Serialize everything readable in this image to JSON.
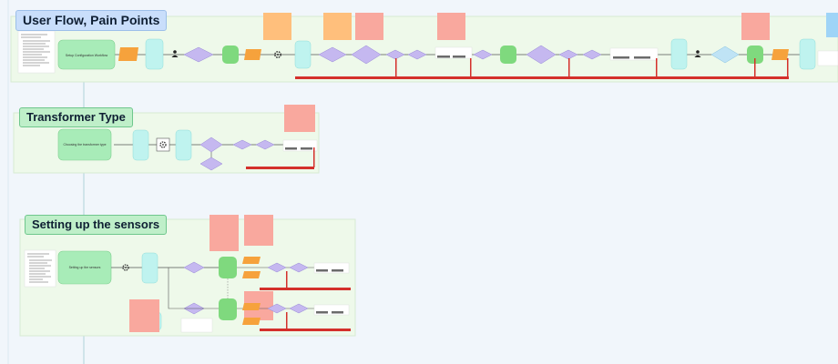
{
  "frames": {
    "main": {
      "title": "User Flow, Pain Points"
    },
    "transformer": {
      "title": "Transformer Type"
    },
    "sensors": {
      "title": "Setting up the sensors"
    }
  },
  "process_labels": {
    "main": "Setup Configuration Workflow",
    "transformer": "Choosing the transformer type",
    "sensors": "Setting up the sensors"
  },
  "colors": {
    "frame_fill": "#eef9ea",
    "process": "#a8ecb8",
    "decision": "#c5b8f0",
    "start": "#7fd97e",
    "data": "#f6a23c",
    "action": "#bff3ef",
    "sticky_orange": "#ffbf7c",
    "sticky_red": "#f9a89e",
    "sticky_blue": "#9fd4f7",
    "pain_bar": "#d4302b",
    "connector": "#555555",
    "guide": "#b9d8de"
  },
  "icons": [
    "user-icon",
    "gear-icon"
  ]
}
